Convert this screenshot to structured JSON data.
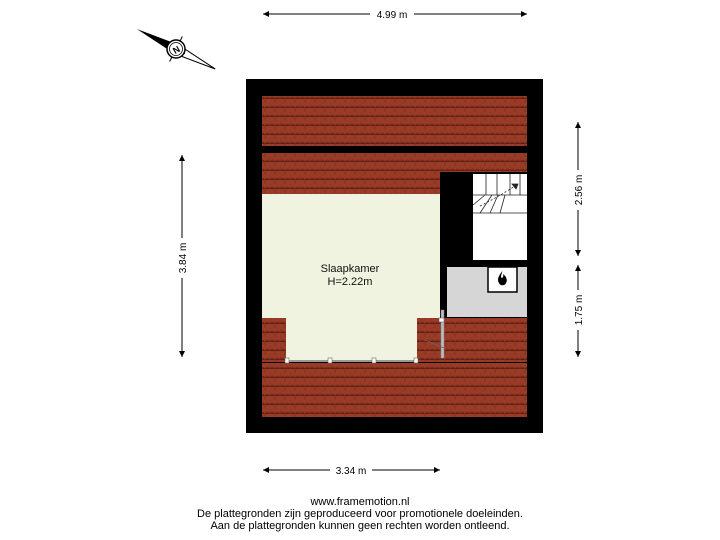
{
  "dimensions": {
    "top": "4.99 m",
    "bottom": "3.34 m",
    "left": "3.84 m",
    "right_upper": "2.56 m",
    "right_lower": "1.75 m"
  },
  "room": {
    "name": "Slaapkamer",
    "height": "H=2.22m"
  },
  "compass": {
    "label": "N"
  },
  "footer": {
    "website": "www.framemotion.nl",
    "line1": "De plattegronden zijn geproduceerd voor promotionele doeleinden.",
    "line2": "Aan de plattegronden kunnen geen rechten worden ontleend."
  },
  "colors": {
    "wall": "#000000",
    "roof_tile": "#9a3b27",
    "roof_line": "#5c1f12",
    "floor": "#f0f3df",
    "utility": "#d6d6d6"
  }
}
